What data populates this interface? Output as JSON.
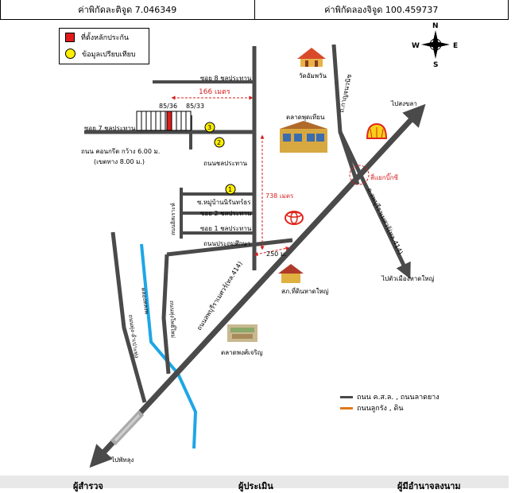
{
  "header": {
    "latitude": "ค่าพิกัดละติจูด 7.046349",
    "longitude": "ค่าพิกัดลองจิจูด 100.459737"
  },
  "legend_top": {
    "property": "ที่ตั้งหลักประกัน",
    "comparison": "ข้อมูลเปรียบเทียบ"
  },
  "compass": {
    "n": "N",
    "s": "S",
    "e": "E",
    "w": "W"
  },
  "labels": {
    "soi8": "ซอย 8 ชลประทาน",
    "soi7": "ซอย 7 ชลประทาน",
    "plot1": "85/36",
    "plot2": "85/33",
    "dist166": "166 เมตร",
    "concrete1": "ถนน คอนกรีต กว้าง 6.00 ม.",
    "concrete2": "(เขตทาง 8.00 ม.)",
    "chonprathan": "ถนนชลประทาน",
    "village": "ซ.หมู่บ้านนิรันทร์ธร",
    "soi2": "ซอย 2 ชลประทาน",
    "soi1": "ซอย 1 ชลประทาน",
    "dist738": "738 เมตร",
    "phanon": "ถนนประถมศึกษา",
    "dist250": "250 ม.",
    "wat": "วัดอัมพวัน",
    "market1": "ตลาดพุดเทียน",
    "songkhla": "ไปสงขลา",
    "intersection": "สี่แยกบิ๊กซี",
    "kanchana": "ถ.กาญจนวนิช",
    "hatyai_city": "ไปตัวเมืองหาดใหญ่",
    "branch": "ถ.ลพบุรีราเมศวร์(ทล.414)",
    "police": "สภ.ที่ดินหาดใหญ่",
    "main_road": "ถนนลพบุรีราเมศวร์(ทล.414)",
    "market2": "ตลาดพงศ์เจริญ",
    "road_left1": "ถนนทุ่ง-ลำเปาะทุ่ง",
    "road_left2": "คลองหลงพ",
    "road_mid": "ถนนทุ่งโพธิ์ใหม่",
    "road_soi": "ถนนอิสเราะห์",
    "phatthalung": "ไปพัทลุง",
    "marker1": "1",
    "marker2": "2",
    "marker3": "3"
  },
  "legend_bottom": {
    "paved": "ถนน ค.ส.ล. , ถนนลาดยาง",
    "laterite": "ถนนลูกรัง , ดิน"
  },
  "footer": {
    "surveyor": "ผู้สำรวจ",
    "appraiser": "ผู้ประเมิน",
    "approver": "ผู้มีอำนาจลงนาม"
  },
  "colors": {
    "road": "#4a4a4a",
    "water": "#1ea6e6",
    "dimension": "#d61f1f",
    "property": "#e01b1b",
    "marker": "#ffef00",
    "laterite": "#e07a1a"
  }
}
